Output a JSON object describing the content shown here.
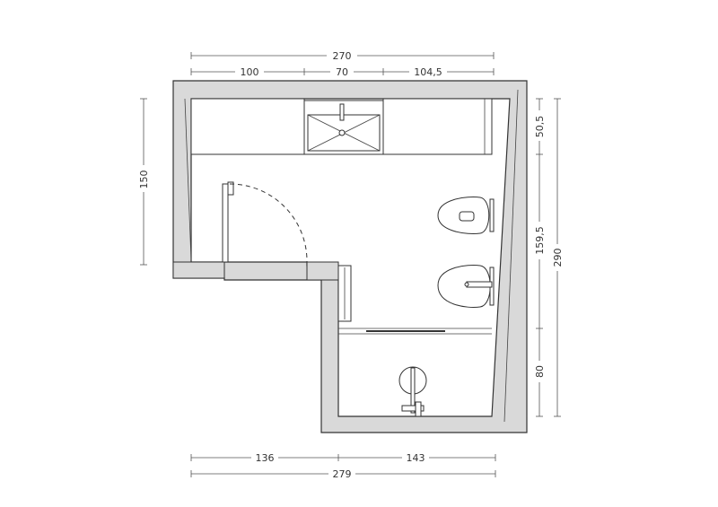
{
  "dimensions": {
    "top_total": "270",
    "top_left": "100",
    "top_mid": "70",
    "top_right": "104,5",
    "left_height": "150",
    "right_top": "50,5",
    "right_mid": "159,5",
    "right_bottom": "80",
    "right_total": "290",
    "bottom_left": "136",
    "bottom_right": "143",
    "bottom_total": "279"
  },
  "colors": {
    "wall": "#d9d9d9",
    "line": "#333333"
  }
}
